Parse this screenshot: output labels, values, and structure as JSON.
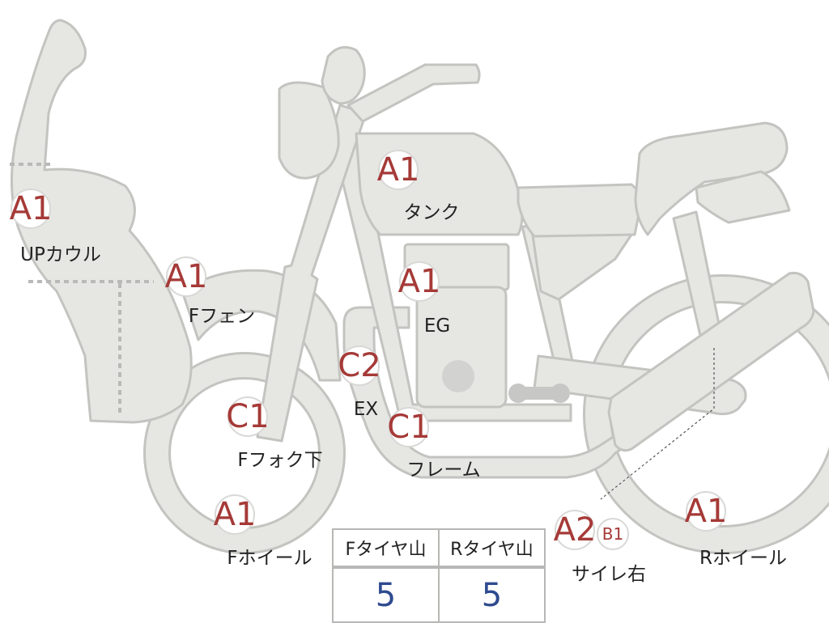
{
  "parts": [
    {
      "id": "up-cowl",
      "grade": "A1",
      "label": "UPカウル"
    },
    {
      "id": "tank",
      "grade": "A1",
      "label": "タンク"
    },
    {
      "id": "f-fender",
      "grade": "A1",
      "label": "Fフェン"
    },
    {
      "id": "eg",
      "grade": "A1",
      "label": "EG"
    },
    {
      "id": "ex",
      "grade": "C2",
      "label": "EX"
    },
    {
      "id": "f-fork-lower",
      "grade": "C1",
      "label": "Fフォク下"
    },
    {
      "id": "frame",
      "grade": "C1",
      "label": "フレーム"
    },
    {
      "id": "f-wheel",
      "grade": "A1",
      "label": "Fホイール"
    },
    {
      "id": "silencer-right",
      "grade": "A2",
      "grade_secondary": "B1",
      "label": "サイレ右"
    },
    {
      "id": "r-wheel",
      "grade": "A1",
      "label": "Rホイール"
    }
  ],
  "tire_table": {
    "headers": [
      "Fタイヤ山",
      "Rタイヤ山"
    ],
    "values": [
      "5",
      "5"
    ]
  },
  "colors": {
    "body_fill": "#e6e6e3",
    "outline": "#c3c4c0",
    "grade_text": "#a53a37",
    "table_value": "#2f4b8f"
  }
}
